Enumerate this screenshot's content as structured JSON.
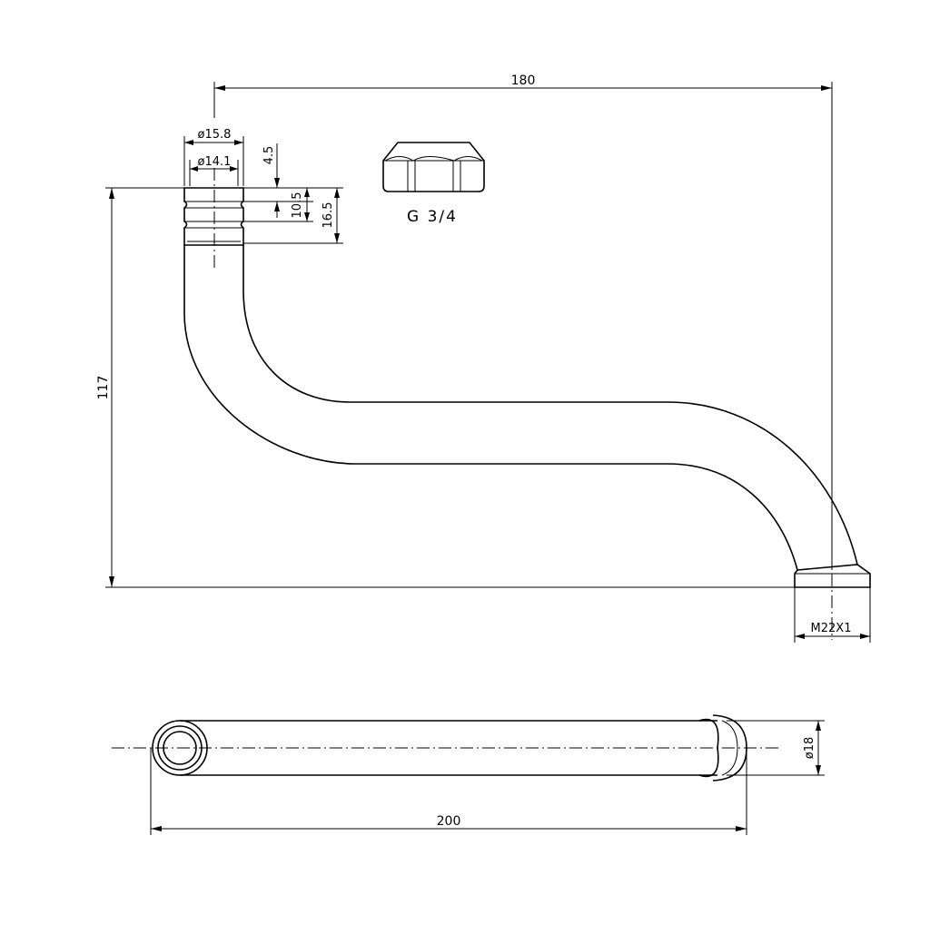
{
  "dimensions": {
    "overall_width": "180",
    "overall_height": "117",
    "outer_diameter": "ø15.8",
    "inner_diameter": "ø14.1",
    "groove_offset": "4.5",
    "groove_spacing": "10.5",
    "groove_length": "16.5",
    "outlet_thread": "M22X1",
    "tube_diameter": "ø18",
    "tube_length": "200"
  },
  "nut": {
    "thread_label": "G 3/4"
  }
}
